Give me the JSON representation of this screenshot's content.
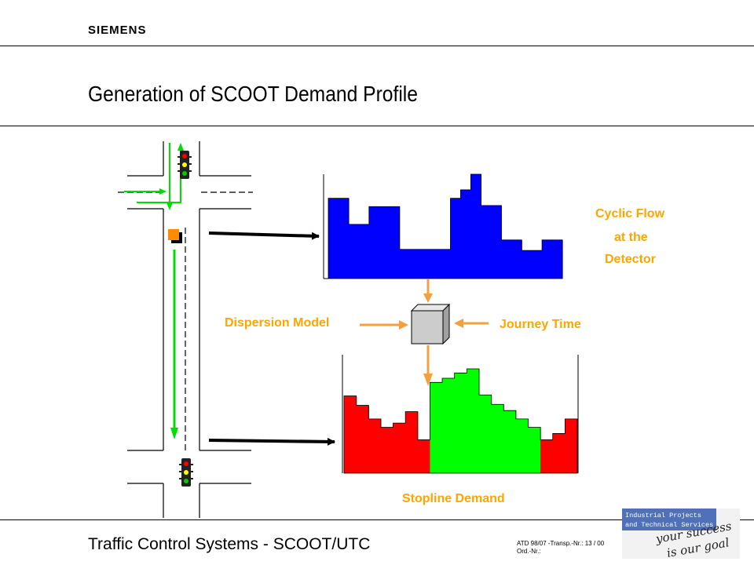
{
  "brand": {
    "logo": "SIEMENS"
  },
  "page": {
    "title": "Generation of SCOOT Demand Profile"
  },
  "labels": {
    "cyclic_flow": [
      "Cyclic Flow",
      "at the",
      "Detector"
    ],
    "dispersion_model": "Dispersion Model",
    "journey_time": "Journey Time",
    "stopline_demand": "Stopline Demand"
  },
  "diagram": {
    "cyclic_flow_profile": [
      0.77,
      0.77,
      0.52,
      0.52,
      0.69,
      0.69,
      0.69,
      0.28,
      0.28,
      0.28,
      0.28,
      0.28,
      0.77,
      0.85,
      1.0,
      0.7,
      0.7,
      0.37,
      0.37,
      0.27,
      0.27,
      0.37,
      0.37
    ],
    "stopline_demand_profile": [
      {
        "value": 0.74,
        "phase": "red"
      },
      {
        "value": 0.65,
        "phase": "red"
      },
      {
        "value": 0.52,
        "phase": "red"
      },
      {
        "value": 0.44,
        "phase": "red"
      },
      {
        "value": 0.48,
        "phase": "red"
      },
      {
        "value": 0.59,
        "phase": "red"
      },
      {
        "value": 0.32,
        "phase": "red"
      },
      {
        "value": 0.87,
        "phase": "green"
      },
      {
        "value": 0.91,
        "phase": "green"
      },
      {
        "value": 0.96,
        "phase": "green"
      },
      {
        "value": 1.0,
        "phase": "green"
      },
      {
        "value": 0.75,
        "phase": "green"
      },
      {
        "value": 0.66,
        "phase": "green"
      },
      {
        "value": 0.6,
        "phase": "green"
      },
      {
        "value": 0.52,
        "phase": "green"
      },
      {
        "value": 0.44,
        "phase": "green"
      },
      {
        "value": 0.32,
        "phase": "red"
      },
      {
        "value": 0.38,
        "phase": "red"
      },
      {
        "value": 0.52,
        "phase": "red"
      }
    ],
    "colors": {
      "cyclic": "#0000ff",
      "red_phase": "#ff0000",
      "green_phase": "#00ff00",
      "arrow": "#f5a040",
      "route": "#00dd00"
    }
  },
  "footer": {
    "title": "Traffic Control Systems - SCOOT/UTC",
    "ref_line1": "ATD 98/07 -Transp.-Nr.: 13 / 00",
    "ref_line2": "Ord.-Nr.:",
    "badge_line1": "Industrial Projects",
    "badge_line2": "and Technical Services",
    "slogan_line1": "your success",
    "slogan_line2": "is our goal"
  }
}
